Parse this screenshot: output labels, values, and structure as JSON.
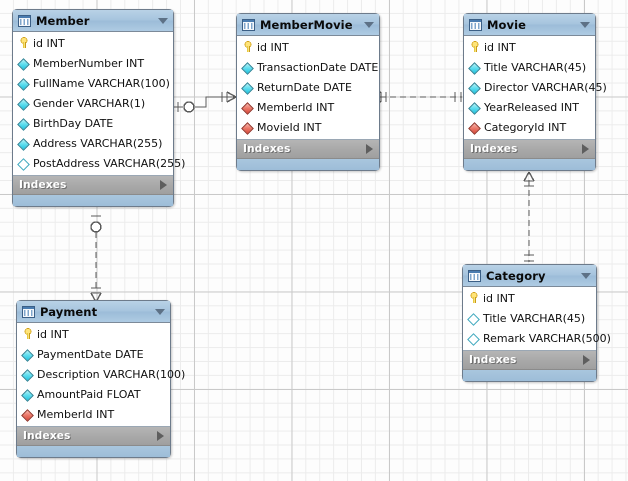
{
  "diagram": {
    "kind": "eer-diagram",
    "background": "#fdfdfd",
    "grid_color": "#ececec",
    "accent_header": "#a6c4de",
    "accent_index_bar": "#a9a9a9",
    "pk_color": "#e8c93f",
    "column_color": "#4fd4e8",
    "fk_color": "#e0604f"
  },
  "tables": [
    {
      "name": "Member",
      "icon": "table-icon",
      "caret": "collapse-caret-icon",
      "indexes_label": "Indexes",
      "columns": [
        {
          "label": "id INT",
          "marker": "pk"
        },
        {
          "label": "MemberNumber INT",
          "marker": "dia"
        },
        {
          "label": "FullName VARCHAR(100)",
          "marker": "dia"
        },
        {
          "label": "Gender VARCHAR(1)",
          "marker": "dia"
        },
        {
          "label": "BirthDay DATE",
          "marker": "dia"
        },
        {
          "label": "Address VARCHAR(255)",
          "marker": "dia"
        },
        {
          "label": "PostAddress VARCHAR(255)",
          "marker": "dian"
        }
      ]
    },
    {
      "name": "MemberMovie",
      "icon": "table-icon",
      "caret": "collapse-caret-icon",
      "indexes_label": "Indexes",
      "columns": [
        {
          "label": "id INT",
          "marker": "pk"
        },
        {
          "label": "TransactionDate DATE",
          "marker": "dia"
        },
        {
          "label": "ReturnDate DATE",
          "marker": "dia"
        },
        {
          "label": "MemberId INT",
          "marker": "fk"
        },
        {
          "label": "MovieId INT",
          "marker": "fk"
        }
      ]
    },
    {
      "name": "Movie",
      "icon": "table-icon",
      "caret": "collapse-caret-icon",
      "indexes_label": "Indexes",
      "columns": [
        {
          "label": "id INT",
          "marker": "pk"
        },
        {
          "label": "Title VARCHAR(45)",
          "marker": "dia"
        },
        {
          "label": "Director VARCHAR(45)",
          "marker": "dia"
        },
        {
          "label": "YearReleased INT",
          "marker": "dia"
        },
        {
          "label": "CategoryId INT",
          "marker": "fk"
        }
      ]
    },
    {
      "name": "Category",
      "icon": "table-icon",
      "caret": "collapse-caret-icon",
      "indexes_label": "Indexes",
      "columns": [
        {
          "label": "id INT",
          "marker": "pk"
        },
        {
          "label": "Title VARCHAR(45)",
          "marker": "dian"
        },
        {
          "label": "Remark VARCHAR(500)",
          "marker": "dian"
        }
      ]
    },
    {
      "name": "Payment",
      "icon": "table-icon",
      "caret": "collapse-caret-icon",
      "indexes_label": "Indexes",
      "columns": [
        {
          "label": "id INT",
          "marker": "pk"
        },
        {
          "label": "PaymentDate DATE",
          "marker": "dia"
        },
        {
          "label": "Description VARCHAR(100)",
          "marker": "dia"
        },
        {
          "label": "AmountPaid FLOAT",
          "marker": "dia"
        },
        {
          "label": "MemberId INT",
          "marker": "fk"
        }
      ]
    }
  ],
  "relationships": [
    {
      "name": "member-to-membermovie",
      "from": "Member",
      "to": "MemberMovie",
      "from_cardinality": "zero-or-one",
      "to_cardinality": "many",
      "style": "solid"
    },
    {
      "name": "membermovie-to-movie",
      "from": "MemberMovie",
      "to": "Movie",
      "from_cardinality": "many",
      "to_cardinality": "one",
      "style": "dashed"
    },
    {
      "name": "movie-to-category",
      "from": "Movie",
      "to": "Category",
      "from_cardinality": "many",
      "to_cardinality": "one",
      "style": "dashed"
    },
    {
      "name": "member-to-payment",
      "from": "Member",
      "to": "Payment",
      "from_cardinality": "zero-or-one",
      "to_cardinality": "many",
      "style": "dashed"
    }
  ]
}
